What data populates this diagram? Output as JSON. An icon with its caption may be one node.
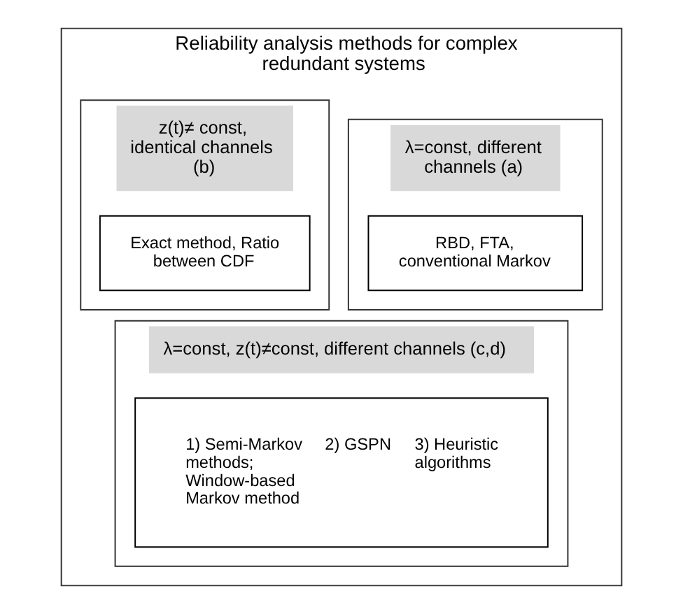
{
  "diagram": {
    "nodes": [
      {
        "text": [
          "Reliability analysis methods for complex redundant systems"
        ]
      },
      {
        "text": [
          "λ=const, different channels (a)"
        ],
        "in": 0
      },
      {
        "text": [
          "RBD, FTA, conventional Markov"
        ],
        "in": 1
      },
      {
        "text": [
          "z(t)≠ const, identical channels (b)"
        ],
        "in": 0
      },
      {
        "text": [
          "Exact method, Ratio between CDF"
        ],
        "in": 3
      },
      {
        "text": [
          "λ=const, z(t)≠const, different channels (c,d)"
        ],
        "in": 0
      },
      {
        "text": [
          "1) Semi-Markov methods; Window-based Markov method",
          "2) GSPN",
          "3) Heuristic algorithms"
        ],
        "in": 5
      }
    ],
    "edges": []
  }
}
